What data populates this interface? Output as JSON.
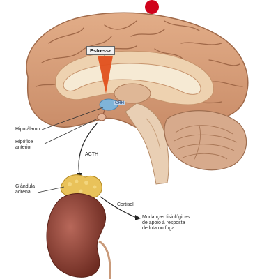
{
  "labels": {
    "stress": "Estresse",
    "crh": "CRH",
    "hypothalamus": "Hipotálamo",
    "anterior_pituitary_line1": "Hipófise",
    "anterior_pituitary_line2": "anterior",
    "acth": "ACTH",
    "adrenal_line1": "Glândula",
    "adrenal_line2": "adrenal",
    "cortisol": "Cortisol",
    "effects_line1": "Mudanças fisiológicas",
    "effects_line2": "de apoio à resposta",
    "effects_line3": "de luta ou fuga"
  },
  "colors": {
    "cortex": "#d9a07a",
    "cortex_dark": "#b47a58",
    "white_matter": "#f3e2c9",
    "corpus_callosum": "#f7ecd6",
    "cerebellum": "#d7aa8c",
    "brainstem": "#e9cfb4",
    "stress_arrow": "#e0501e",
    "hypothalamus_highlight": "#7fb4d8",
    "adrenal": "#e9c25a",
    "kidney": "#8a3d30",
    "marker_dot": "#d0021b"
  }
}
